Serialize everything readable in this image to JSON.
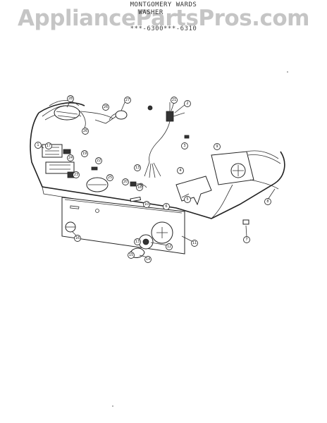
{
  "header": {
    "line1": "MONTGOMERY WARDS",
    "line2": "WASHER",
    "line3": "",
    "line4": "***-6300***-6310"
  },
  "watermark": "AppliancePartsPros.com",
  "callouts": [
    {
      "label": "28"
    },
    {
      "label": "27"
    },
    {
      "label": "21"
    },
    {
      "label": "26"
    },
    {
      "label": "2"
    },
    {
      "label": "1"
    },
    {
      "label": "17"
    },
    {
      "label": "19"
    },
    {
      "label": "24"
    },
    {
      "label": "22"
    },
    {
      "label": "23"
    },
    {
      "label": "25"
    },
    {
      "label": "26"
    },
    {
      "label": "20"
    },
    {
      "label": "18"
    },
    {
      "label": "3"
    },
    {
      "label": "9"
    },
    {
      "label": "4"
    },
    {
      "label": "5"
    },
    {
      "label": "6"
    },
    {
      "label": "7"
    },
    {
      "label": "8"
    },
    {
      "label": "10"
    },
    {
      "label": "11"
    },
    {
      "label": "12"
    },
    {
      "label": "13"
    },
    {
      "label": "14"
    },
    {
      "label": "15"
    },
    {
      "label": "16"
    },
    {
      "label": "13"
    }
  ]
}
